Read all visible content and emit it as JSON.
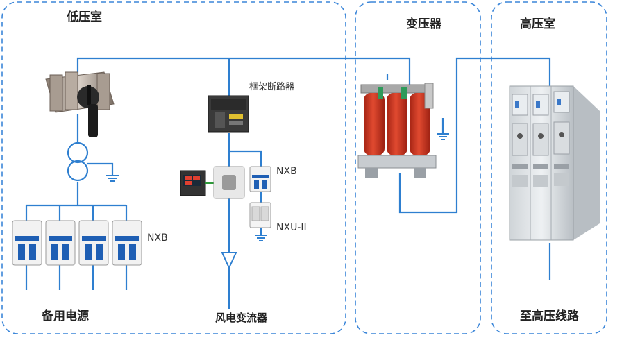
{
  "sections": {
    "low_voltage_room": "低压室",
    "transformer": "变压器",
    "high_voltage_room": "高压室"
  },
  "labels": {
    "frame_breaker": "框架断路器",
    "nxb_1": "NXB",
    "nxb_2": "NXB",
    "nxu": "NXU-II",
    "backup_power": "备用电源",
    "wind_converter": "风电变流器",
    "to_hv_line": "至高压线路"
  },
  "colors": {
    "line": "#2e7fd0",
    "dashed_border": "#3b86d9",
    "transformer_red": "#d63a25",
    "breaker_dark": "#2b2b2b",
    "switchgear_gray": "#dfe3e6",
    "mcb_white": "#f2f2f2",
    "mcb_blue": "#1f5fb4"
  }
}
